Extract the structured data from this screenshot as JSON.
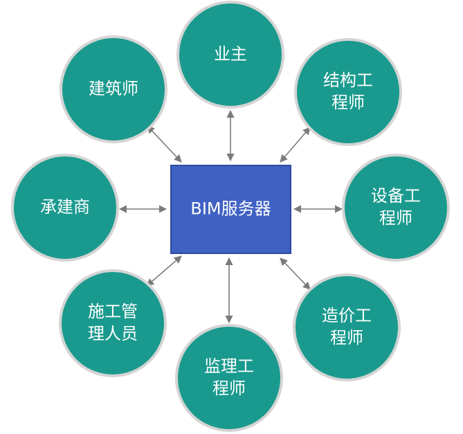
{
  "colors": {
    "node_fill": "#1a9a8e",
    "node_border": "#d4d4d4",
    "center_fill": "#3f61c3",
    "center_border": "#2f4b9e",
    "connector": "#7a7a7a",
    "label": "#ffffff"
  },
  "center": {
    "label": "BIM服务器"
  },
  "nodes": [
    {
      "id": "owner",
      "lines": [
        "业主"
      ]
    },
    {
      "id": "structural-engineer",
      "lines": [
        "结构工",
        "程师"
      ]
    },
    {
      "id": "equipment-engineer",
      "lines": [
        "设备工",
        "程师"
      ]
    },
    {
      "id": "cost-engineer",
      "lines": [
        "造价工",
        "程师"
      ]
    },
    {
      "id": "supervision-engineer",
      "lines": [
        "监理工",
        "程师"
      ]
    },
    {
      "id": "construction-manager",
      "lines": [
        "施工管",
        "理人员"
      ]
    },
    {
      "id": "contractor",
      "lines": [
        "承建商"
      ]
    },
    {
      "id": "architect",
      "lines": [
        "建筑师"
      ]
    }
  ]
}
